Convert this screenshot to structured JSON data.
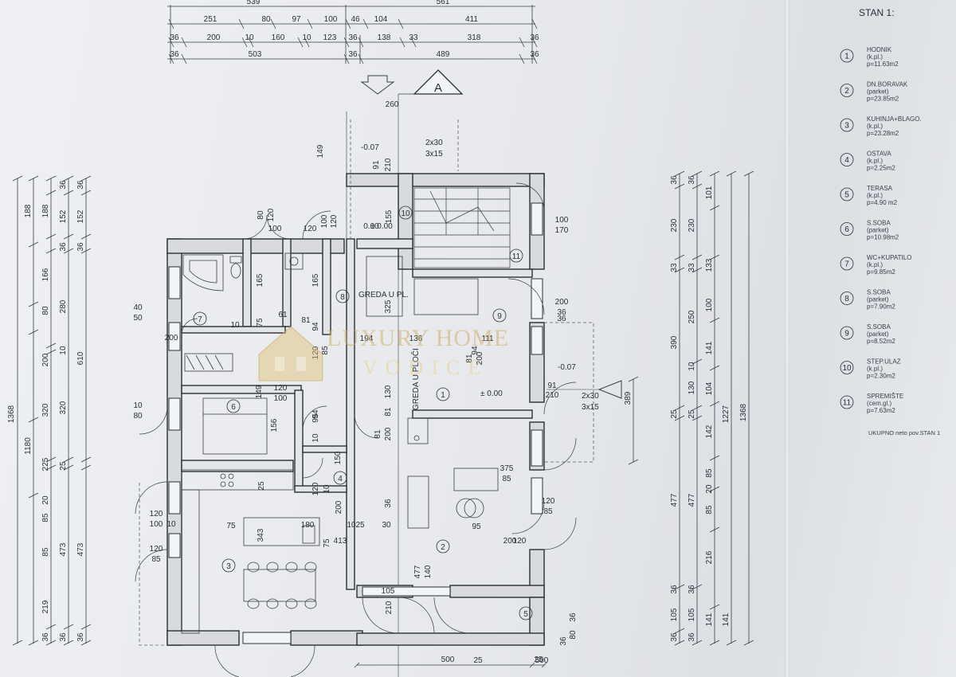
{
  "stan_title": "STAN 1:",
  "legend": [
    {
      "num": "1",
      "name": "HODNIK",
      "finish": "(k.pl.)",
      "area": "p=11.63m2"
    },
    {
      "num": "2",
      "name": "DN.BORAVAK",
      "finish": "(parket)",
      "area": "p=23.85m2"
    },
    {
      "num": "3",
      "name": "KUHINJA+BLAGO.",
      "finish": "(k.pl.)",
      "area": "p=23.28m2"
    },
    {
      "num": "4",
      "name": "OSTAVA",
      "finish": "(k.pl.)",
      "area": "p=2.25m2"
    },
    {
      "num": "5",
      "name": "TERASA",
      "finish": "(k.pl.)",
      "area": "p=4.90 m2"
    },
    {
      "num": "6",
      "name": "S.SOBA",
      "finish": "(parket)",
      "area": "p=10.98m2"
    },
    {
      "num": "7",
      "name": "WC+KUPATILO",
      "finish": "(k.pl.)",
      "area": "p=9.85m2"
    },
    {
      "num": "8",
      "name": "S.SOBA",
      "finish": "(parket)",
      "area": "p=7.90m2"
    },
    {
      "num": "9",
      "name": "S.SOBA",
      "finish": "(parket)",
      "area": "p=8.52m2"
    },
    {
      "num": "10",
      "name": "STEP.ULAZ",
      "finish": "(k.pl.)",
      "area": "p=2.30m2"
    },
    {
      "num": "11",
      "name": "SPREMIŠTE",
      "finish": "(cem.gl.)",
      "area": "p=7.63m2"
    }
  ],
  "total_label": "UKUPNO neto pov.STAN 1",
  "section_marker": "A",
  "watermark": {
    "line1": "LUXURY HOME",
    "line2": "VODICE"
  },
  "annotations": {
    "greda_1": "GREDA U PL.",
    "greda_2": "GREDA U PLOČI",
    "level_0": "± 0.00",
    "level_0b": "± 0.00",
    "level_m07a": "-0.07",
    "level_m07b": "-0.07",
    "stairs_a": "2x30",
    "stairs_b": "3x15",
    "stairs_c": "2x30",
    "stairs_d": "3x15"
  },
  "top_dims": {
    "row0": [
      "539",
      "561"
    ],
    "row1": [
      "251",
      "80",
      "97",
      "100",
      "46",
      "104",
      "411"
    ],
    "row2": [
      "36",
      "200",
      "10",
      "160",
      "10",
      "123",
      "36",
      "138",
      "33",
      "318",
      "36"
    ],
    "row3": [
      "36",
      "503",
      "36",
      "489",
      "36"
    ],
    "top_260": "260"
  },
  "left_dims": {
    "overall": "1368",
    "col_a": "1180",
    "col_b": [
      "188",
      "166",
      "80",
      "200",
      "225",
      "20",
      "85",
      "219",
      "36",
      "36"
    ],
    "col_c": [
      "36",
      "152",
      "36",
      "280",
      "10",
      "320",
      "25",
      "473",
      "36"
    ],
    "col_d": [
      "36",
      "152",
      "36",
      "610",
      "473",
      "36"
    ]
  },
  "right_dims": {
    "overall": "1368",
    "total_b": "1227",
    "col_a": [
      "36",
      "230",
      "33",
      "390",
      "25",
      "477",
      "36",
      "105",
      "36"
    ],
    "col_b": [
      "36",
      "230",
      "33",
      "250",
      "10",
      "130",
      "25",
      "477",
      "36",
      "105",
      "36"
    ],
    "col_c": [
      "101",
      "133",
      "100",
      "141",
      "104",
      "142",
      "85",
      "20",
      "85",
      "216",
      "141",
      "141"
    ],
    "dim_389": "389"
  },
  "room_nums": [
    "1",
    "2",
    "3",
    "4",
    "5",
    "6",
    "7",
    "8",
    "9",
    "10",
    "11"
  ],
  "inner_dims": [
    "80",
    "120",
    "100",
    "120",
    "149",
    "91",
    "210",
    "155",
    "0.00",
    "100",
    "170",
    "165",
    "165",
    "75",
    "61",
    "81",
    "94",
    "10",
    "325",
    "194",
    "136",
    "111",
    "94",
    "81",
    "200",
    "130",
    "91",
    "210",
    "81",
    "200",
    "95",
    "156",
    "10",
    "150",
    "200",
    "75",
    "343",
    "180",
    "75",
    "413",
    "10",
    "25",
    "30",
    "95",
    "375",
    "85",
    "120",
    "85",
    "120",
    "36",
    "477",
    "140",
    "210",
    "105",
    "36",
    "80",
    "36",
    "25",
    "500",
    "25",
    "40",
    "50",
    "10",
    "80",
    "120",
    "100",
    "120",
    "85",
    "120",
    "85",
    "120",
    "10",
    "200",
    "10",
    "200",
    "36",
    "36",
    "100",
    "120",
    "149",
    "120",
    "100",
    "94",
    "81",
    "200",
    "95",
    "25",
    "36"
  ]
}
